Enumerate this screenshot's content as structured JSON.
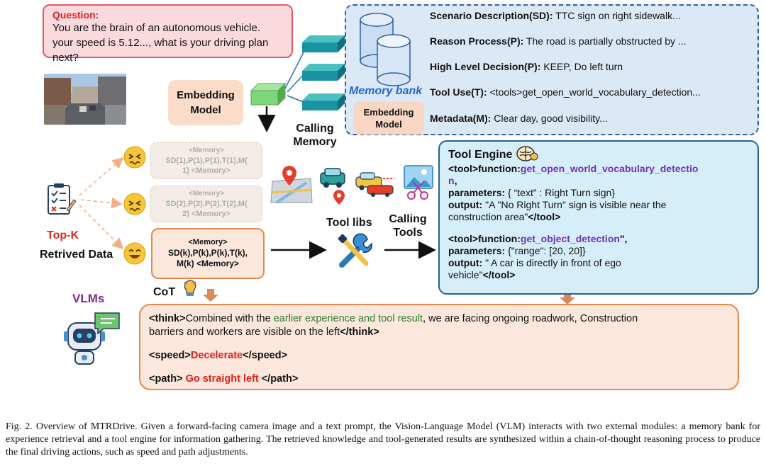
{
  "question": {
    "label": "Question:",
    "text": "You are the brain of an autonomous vehicle. your speed is 5.12..., what is your driving plan next?"
  },
  "embedding_model": {
    "label_line1": "Embedding",
    "label_line2": "Model"
  },
  "calling_memory": {
    "line1": "Calling",
    "line2": "Memory"
  },
  "memory_bank": {
    "title": "Memory bank",
    "embedding_line1": "Embedding",
    "embedding_line2": "Model",
    "rows": [
      {
        "key": "Scenario Description(SD):",
        "value": "TTC sign on right sidewalk..."
      },
      {
        "key": "Reason Process(P):",
        "value": "The road is partially obstructed by ..."
      },
      {
        "key": "High Level Decision(P):",
        "value": "KEEP, Do left turn"
      },
      {
        "key": "Tool Use(T):",
        "value": "<tools>get_open_world_vocabulary_detection..."
      },
      {
        "key": "Metadata(M):",
        "value": "Clear day, good visibility..."
      }
    ]
  },
  "retrieved": {
    "mem1": {
      "open": "<Memory>",
      "body": "SD(1),P(1),P(1),T(1),M(1)",
      "close": "<Memory>",
      "line2": "SD(1),P(1),P(1),T(1),M(",
      "line3": "1) <Memory>"
    },
    "mem2": {
      "open": "<Memory>",
      "line2": "SD(2),P(2),P(2),T(2),M(",
      "line3": "2) <Memory>"
    },
    "memk": {
      "open": "<Memory>",
      "line2": "SD(k),P(k),P(k),T(k),",
      "line3": "M(k) <Memory>"
    },
    "topk_label": "Top-K",
    "retrieved_label": "Retrived Data"
  },
  "tool_libs": {
    "label": "Tool libs"
  },
  "calling_tools": {
    "line1": "Calling",
    "line2": "Tools"
  },
  "tool_engine": {
    "title": "Tool Engine",
    "call1": {
      "prefix": "<tool>function:",
      "fn_line1": "get_open_world_vocabulary_detectio",
      "fn_line2": "n",
      "comma": ",",
      "param_key": "parameters:",
      "param_val": "{ “text” : Right Turn sign}",
      "out_key": "output:",
      "out_val_line1": "\"A \"No Right Turn\" sign is visible near the",
      "out_val_line2": "construction area\"",
      "close": "</tool>"
    },
    "call2": {
      "prefix": "<tool>function:",
      "fn": "get_object_detection",
      "suffix": "\",",
      "param_key": "parameters:",
      "param_val": "{\"range\": [20, 20]}",
      "out_key": "output:",
      "out_val_line1": "\" A car is directly in front of ego",
      "out_val_line2": "vehicle\"",
      "close": "</tool>"
    }
  },
  "vlms_label": "VLMs",
  "cot_label": "CoT",
  "output": {
    "think_open": "<think>",
    "think_text1": "Combined with the ",
    "think_highlight": "earlier experience and tool result",
    "think_text2": ", we are facing ongoing roadwork, Construction",
    "think_text3": "barriers and workers are  visible on the left",
    "think_close": "</think>",
    "speed_open": "<speed>",
    "speed_value": "Decelerate",
    "speed_close": "</speed>",
    "path_open": "<path>",
    "path_value": " Go straight left ",
    "path_close": "</path>"
  },
  "caption": "Fig. 2.   Overview of MTRDrive. Given a forward-facing camera image and a text prompt, the Vision-Language Model (VLM) interacts with two external modules: a memory bank for experience retrieval and a tool engine for information gathering. The retrieved knowledge and tool-generated results are synthesized within a chain-of-thought reasoning process to produce the final driving actions, such as speed and path adjustments.",
  "colors": {
    "accent_red": "#e0201c",
    "function_purple": "#7430b8",
    "memory_blue": "#2667d6",
    "orange_border": "#e9864b",
    "tool_border": "#27628e"
  },
  "icons": [
    "database-icon",
    "cube-icon",
    "street-photo",
    "emoji-confused-icon",
    "emoji-happy-icon",
    "checklist-icon",
    "map-pin-icon",
    "car-icon",
    "image-scissors-icon",
    "tools-icon",
    "brain-icon",
    "robot-icon",
    "lightbulb-icon"
  ]
}
